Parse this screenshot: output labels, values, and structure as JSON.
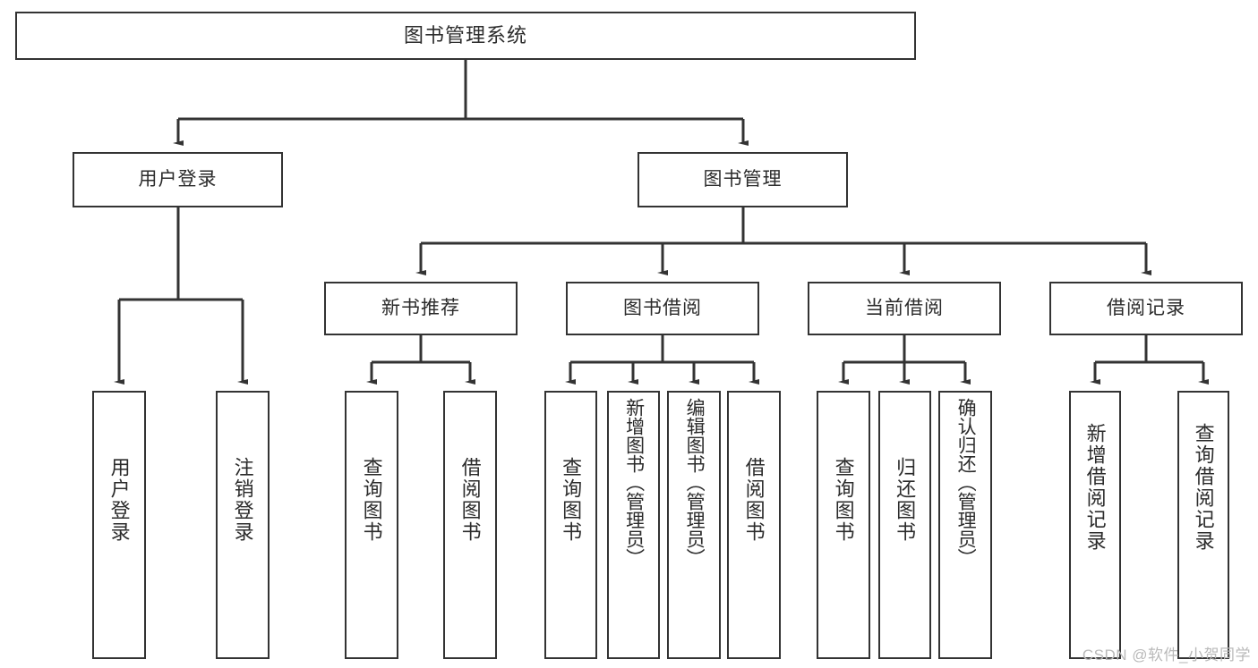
{
  "diagram": {
    "title": "图书管理系统",
    "type": "功能结构图",
    "colors": {
      "node_border": "#333333",
      "node_fill": "#ffffff",
      "edge": "#333333",
      "text": "#2b2b2b",
      "watermark": "#b9b9b9",
      "background": "#ffffff"
    },
    "root": {
      "label": "图书管理系统"
    },
    "level2": [
      {
        "label": "用户登录"
      },
      {
        "label": "图书管理"
      }
    ],
    "level3": [
      {
        "label": "新书推荐"
      },
      {
        "label": "图书借阅"
      },
      {
        "label": "当前借阅"
      },
      {
        "label": "借阅记录"
      }
    ],
    "leaves": [
      {
        "label": "用户登录",
        "parent": "用户登录"
      },
      {
        "label": "注销登录",
        "parent": "用户登录"
      },
      {
        "label": "查询图书",
        "parent": "新书推荐"
      },
      {
        "label": "借阅图书",
        "parent": "新书推荐"
      },
      {
        "label": "查询图书",
        "parent": "图书借阅"
      },
      {
        "label": "新增图书（管理员）",
        "parent": "图书借阅"
      },
      {
        "label": "编辑图书（管理员）",
        "parent": "图书借阅"
      },
      {
        "label": "借阅图书",
        "parent": "图书借阅"
      },
      {
        "label": "查询图书",
        "parent": "当前借阅"
      },
      {
        "label": "归还图书",
        "parent": "当前借阅"
      },
      {
        "label": "确认归还（管理员）",
        "parent": "当前借阅"
      },
      {
        "label": "新增借阅记录",
        "parent": "借阅记录"
      },
      {
        "label": "查询借阅记录",
        "parent": "借阅记录"
      }
    ]
  },
  "watermark": {
    "text": "CSDN @软件_小贺同学"
  }
}
